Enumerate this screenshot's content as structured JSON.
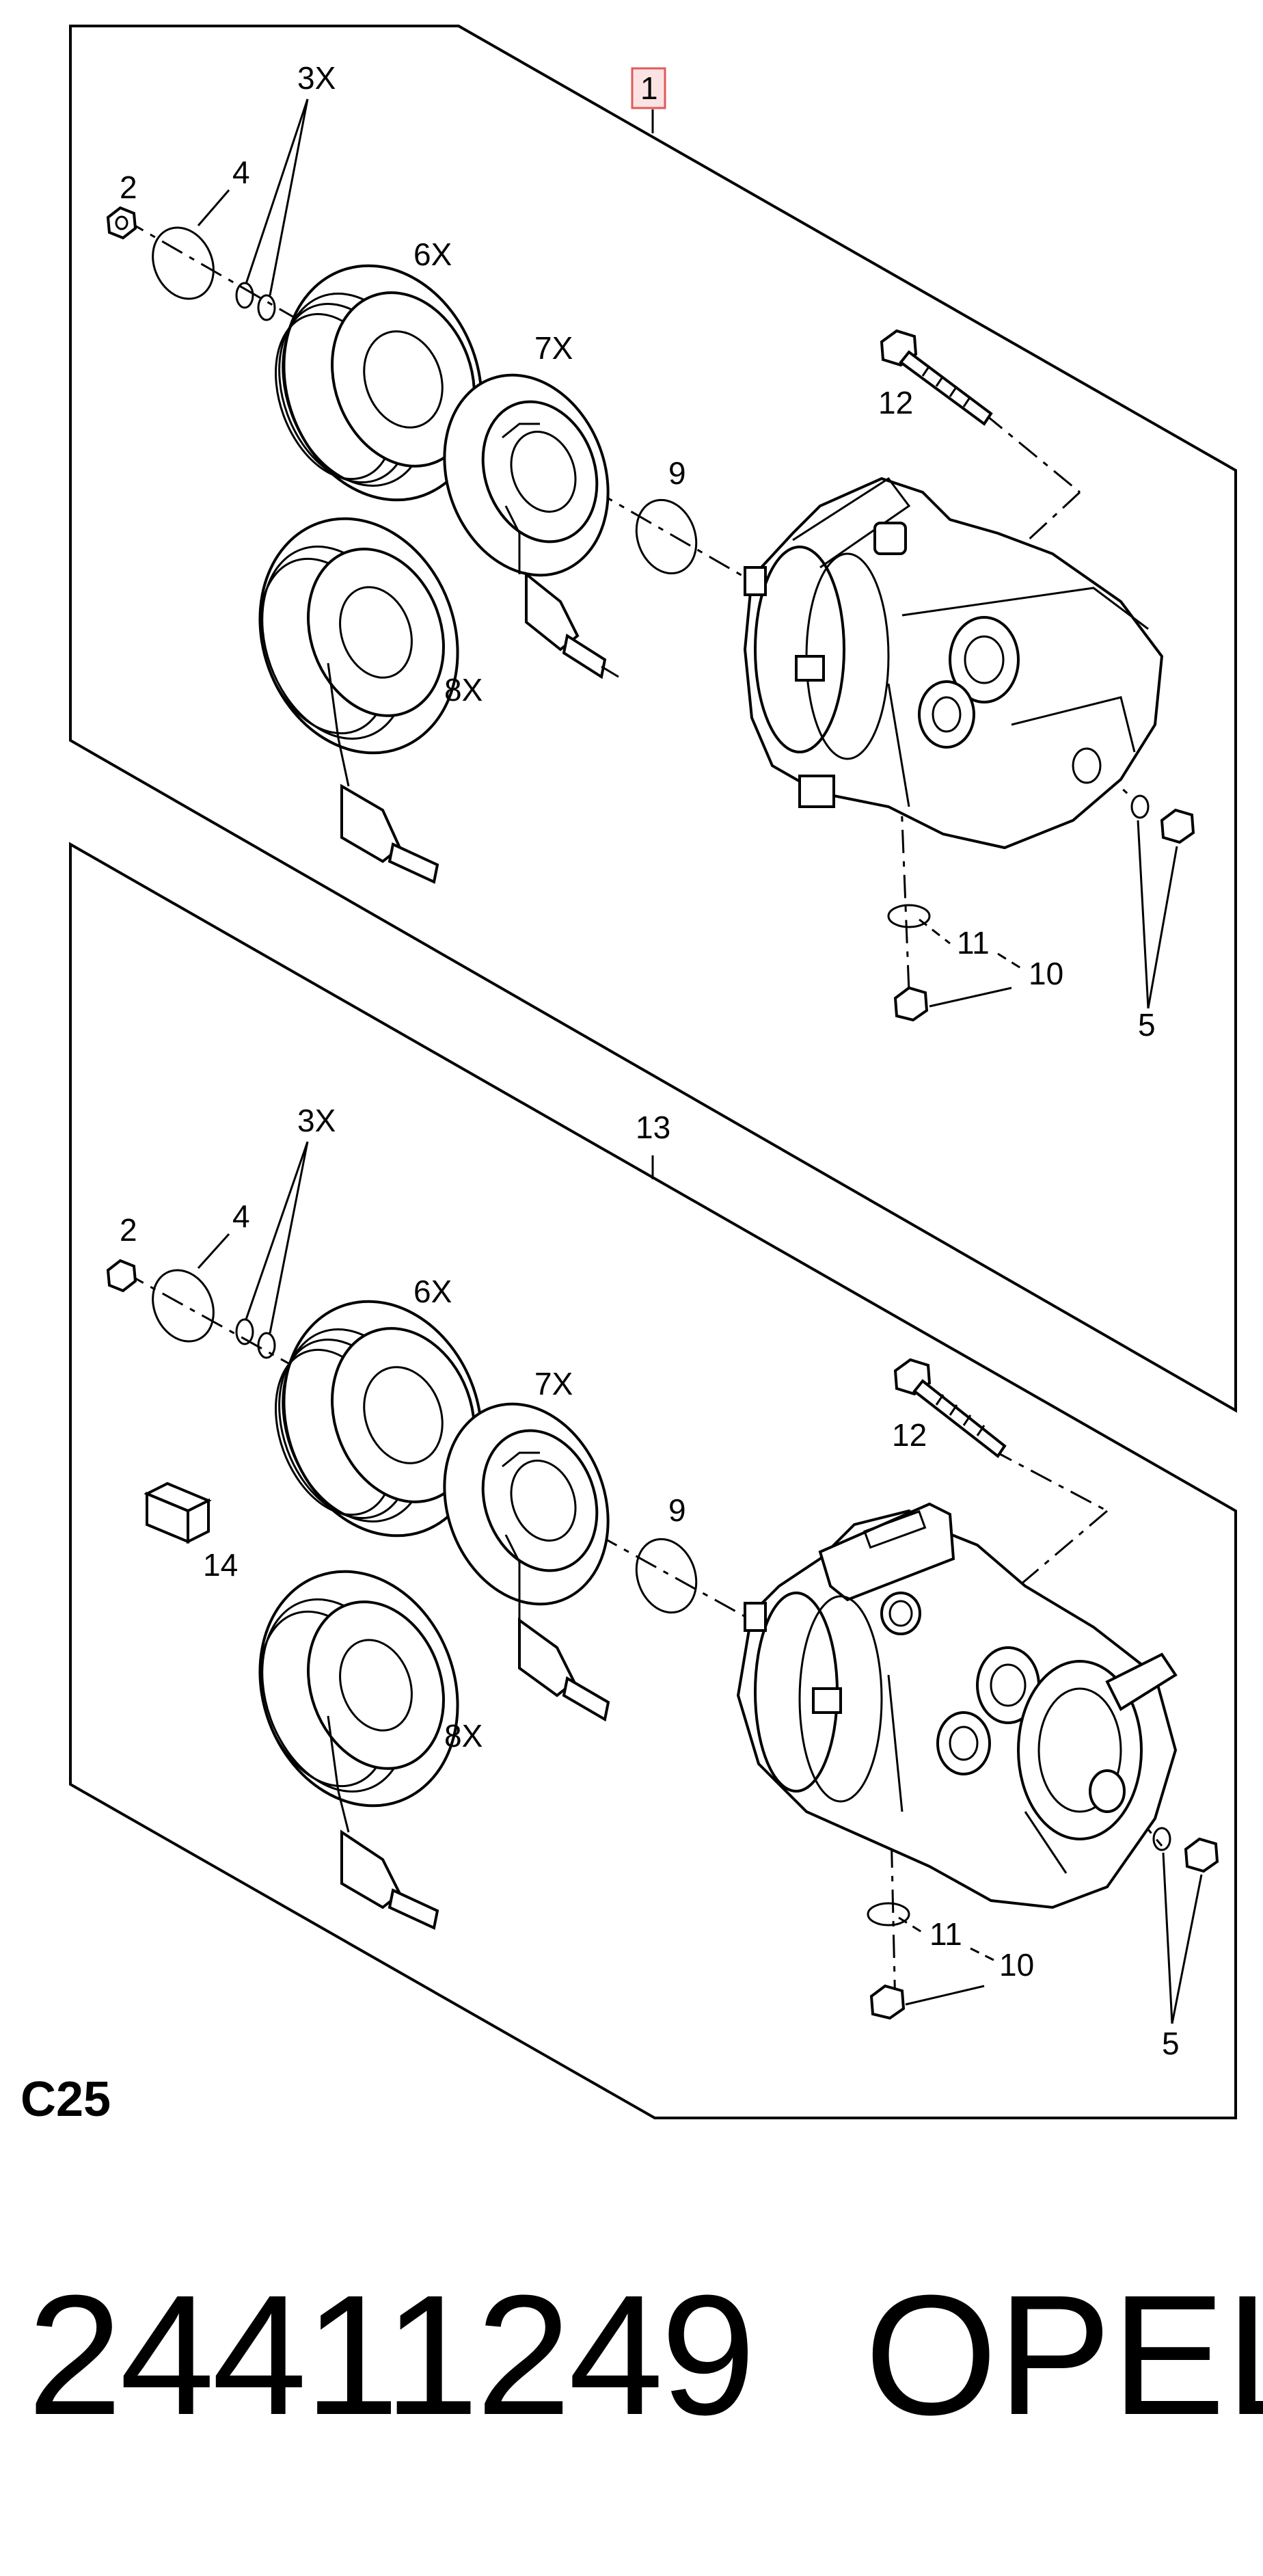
{
  "upper_assembly": {
    "callouts": {
      "assembly": "1",
      "nut": "2",
      "shims": "3X",
      "snap_ring": "4",
      "pulley": "6X",
      "coil": "7X",
      "coil_ring": "9",
      "clutch_alt": "8X",
      "bolt": "12",
      "seal": "11",
      "plug": "10",
      "fittings": "5"
    }
  },
  "lower_assembly": {
    "callouts": {
      "assembly": "13",
      "nut": "2",
      "shims": "3X",
      "snap_ring": "4",
      "pulley": "6X",
      "coil": "7X",
      "coil_ring": "9",
      "clutch_alt": "8X",
      "bolt": "12",
      "seal": "11",
      "plug": "10",
      "fittings": "5",
      "label_block": "14"
    }
  },
  "section_code": "C25",
  "part_number": "24411249",
  "brand": "OPEL",
  "colors": {
    "highlight_box": "#e05a5a",
    "highlight_fill": "#fbe3e3"
  }
}
